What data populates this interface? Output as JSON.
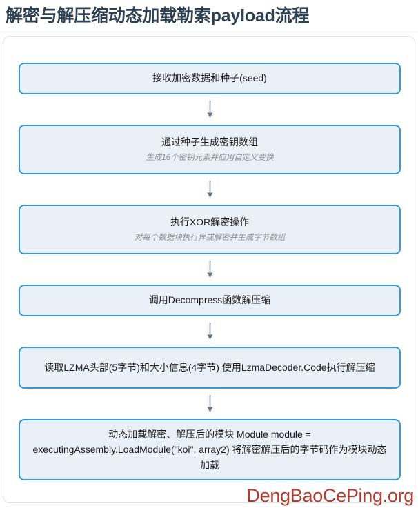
{
  "header": {
    "title": "解密与解压缩动态加载勒索payload流程"
  },
  "flow": {
    "arrow_glyph": "↓",
    "accent_border": "#3498db",
    "step_fill": "#eaf0f7",
    "steps": [
      {
        "title": "接收加密数据和种子(seed)",
        "subtitle": ""
      },
      {
        "title": "通过种子生成密钥数组",
        "subtitle": "生成16个密钥元素并应用自定义变换"
      },
      {
        "title": "执行XOR解密操作",
        "subtitle": "对每个数据块执行异或解密并生成字节数组"
      },
      {
        "title": "调用Decompress函数解压缩",
        "subtitle": ""
      },
      {
        "title": "读取LZMA头部(5字节)和大小信息(4字节) 使用LzmaDecoder.Code执行解压缩",
        "subtitle": ""
      },
      {
        "title": "动态加载解密、解压后的模块 Module module = executingAssembly.LoadModule(\"koi\", array2) 将解密解压后的字节码作为模块动态加载",
        "subtitle": ""
      }
    ]
  },
  "watermark": {
    "text": "DengBaoCePing.org",
    "color": "#b23a2e"
  }
}
